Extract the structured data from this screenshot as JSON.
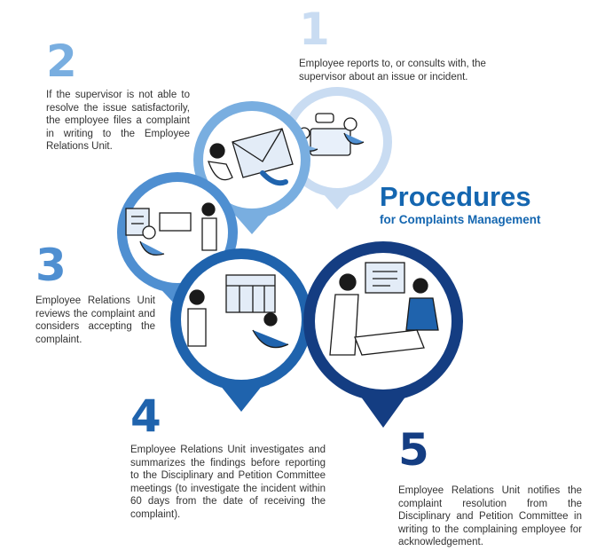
{
  "title": "Procedures",
  "subtitle": "for Complaints Management",
  "colors": {
    "step1": "#c9dcf2",
    "step2": "#79aee0",
    "step3": "#4f8fd1",
    "step4": "#1f63ad",
    "step5": "#143d82",
    "title": "#1466b0"
  },
  "steps": [
    {
      "number": "1",
      "text": "Employee reports to, or consults with, the supervisor about an issue or incident."
    },
    {
      "number": "2",
      "text": "If the supervisor is not able to resolve the issue satisfactorily, the employee files a complaint in writing to the Employee Relations Unit."
    },
    {
      "number": "3",
      "text": "Employee Relations Unit reviews the complaint and considers accepting the complaint."
    },
    {
      "number": "4",
      "text": "Employee Relations Unit investigates and summarizes the findings before reporting to the Disciplinary and Petition Committee meetings (to investigate the incident within 60 days from the date of receiving the complaint)."
    },
    {
      "number": "5",
      "text": "Employee Relations Unit notifies the complaint resolution from the Disciplinary and Petition Committee in writing to the complaining employee for acknowledgement."
    }
  ]
}
